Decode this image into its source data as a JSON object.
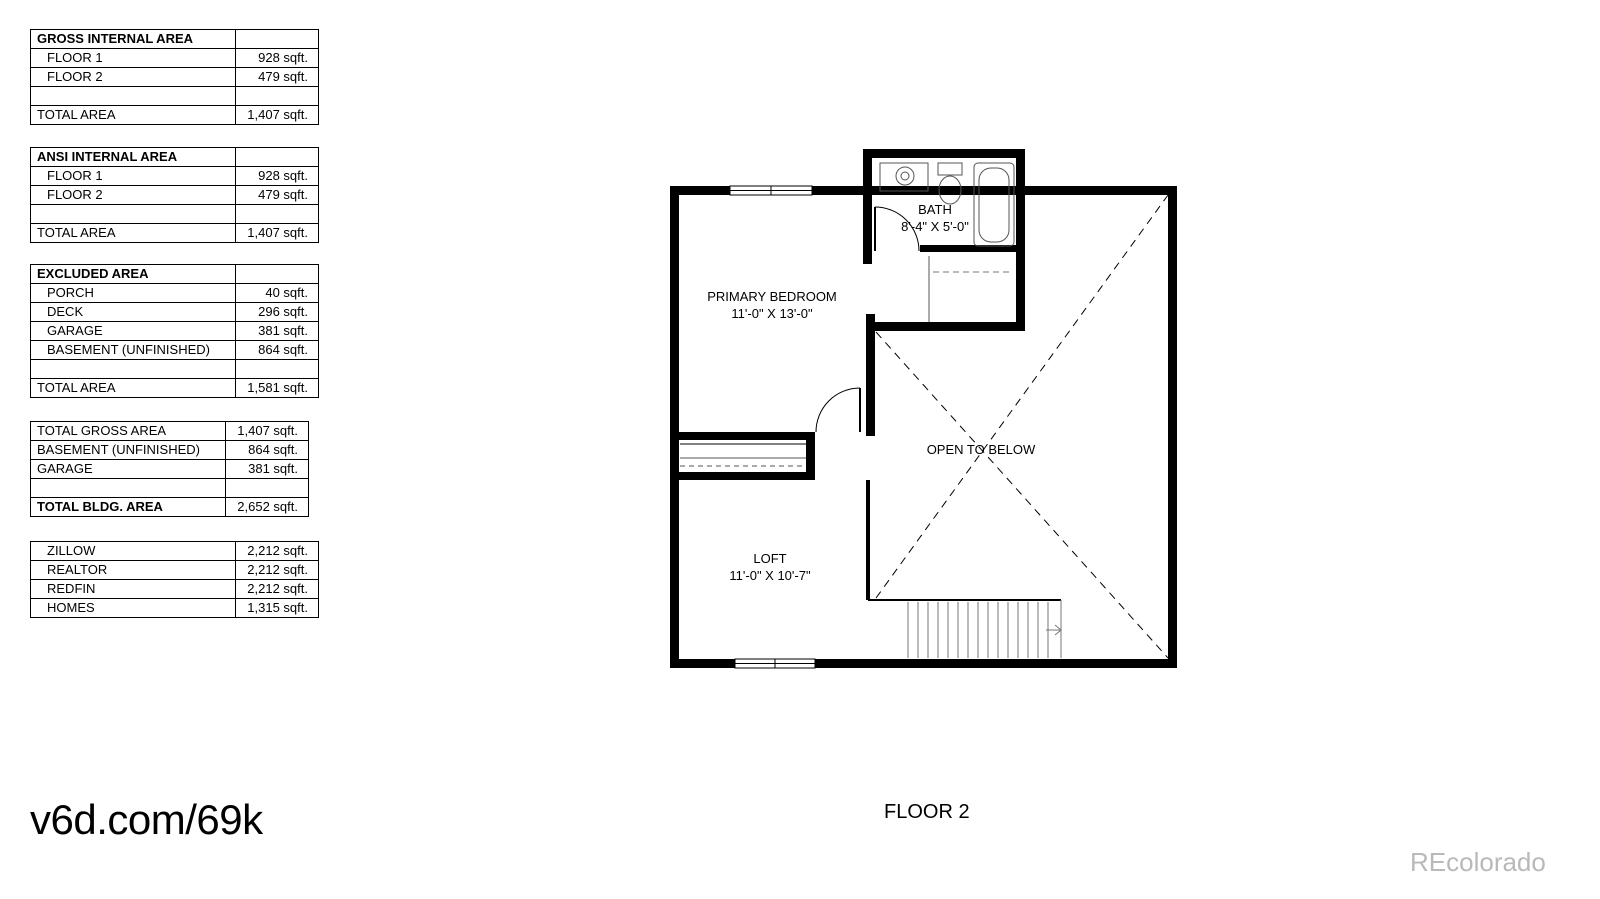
{
  "tables": [
    {
      "rows": [
        {
          "label": "GROSS INTERNAL AREA",
          "value": "",
          "style": "hdr"
        },
        {
          "label": "FLOOR 1",
          "value": "928 sqft.",
          "style": "ind"
        },
        {
          "label": "FLOOR 2",
          "value": "479 sqft.",
          "style": "ind"
        },
        {
          "label": "",
          "value": "",
          "style": ""
        },
        {
          "label": "TOTAL AREA",
          "value": "1,407 sqft.",
          "style": ""
        }
      ]
    },
    {
      "rows": [
        {
          "label": "ANSI INTERNAL AREA",
          "value": "",
          "style": "hdr"
        },
        {
          "label": "FLOOR 1",
          "value": "928 sqft.",
          "style": "ind"
        },
        {
          "label": "FLOOR 2",
          "value": "479 sqft.",
          "style": "ind"
        },
        {
          "label": "",
          "value": "",
          "style": ""
        },
        {
          "label": "TOTAL AREA",
          "value": "1,407 sqft.",
          "style": ""
        }
      ]
    },
    {
      "rows": [
        {
          "label": "EXCLUDED AREA",
          "value": "",
          "style": "hdr"
        },
        {
          "label": "PORCH",
          "value": "40 sqft.",
          "style": "ind"
        },
        {
          "label": "DECK",
          "value": "296 sqft.",
          "style": "ind"
        },
        {
          "label": "GARAGE",
          "value": "381 sqft.",
          "style": "ind"
        },
        {
          "label": "BASEMENT (UNFINISHED)",
          "value": "864 sqft.",
          "style": "ind"
        },
        {
          "label": "",
          "value": "",
          "style": ""
        },
        {
          "label": "TOTAL AREA",
          "value": "1,581 sqft.",
          "style": ""
        }
      ]
    },
    {
      "rows": [
        {
          "label": "TOTAL GROSS AREA",
          "value": "1,407 sqft.",
          "style": ""
        },
        {
          "label": "BASEMENT (UNFINISHED)",
          "value": "864 sqft.",
          "style": ""
        },
        {
          "label": "GARAGE",
          "value": "381 sqft.",
          "style": ""
        },
        {
          "label": "",
          "value": "",
          "style": ""
        },
        {
          "label": "TOTAL BLDG. AREA",
          "value": "2,652 sqft.",
          "style": "bold"
        }
      ]
    },
    {
      "rows": [
        {
          "label": "ZILLOW",
          "value": "2,212 sqft.",
          "style": "ind"
        },
        {
          "label": "REALTOR",
          "value": "2,212 sqft.",
          "style": "ind"
        },
        {
          "label": "REDFIN",
          "value": "2,212 sqft.",
          "style": "ind"
        },
        {
          "label": "HOMES",
          "value": "1,315 sqft.",
          "style": "ind"
        }
      ]
    }
  ],
  "plan": {
    "rooms": {
      "bath": {
        "name": "BATH",
        "dims": "8'-4\" X 5'-0\""
      },
      "primary_bedroom": {
        "name": "PRIMARY BEDROOM",
        "dims": "11'-0\" X 13'-0\""
      },
      "open_to_below": {
        "name": "OPEN TO BELOW"
      },
      "loft": {
        "name": "LOFT",
        "dims": "11'-0\" X 10'-7\""
      }
    }
  },
  "footer": {
    "short_url": "v6d.com/69k",
    "floor_label": "FLOOR 2",
    "watermark": "REcolorado"
  },
  "colors": {
    "wall": "#000000",
    "watermark": "#b9b9b9",
    "fixture_line": "#555555"
  }
}
